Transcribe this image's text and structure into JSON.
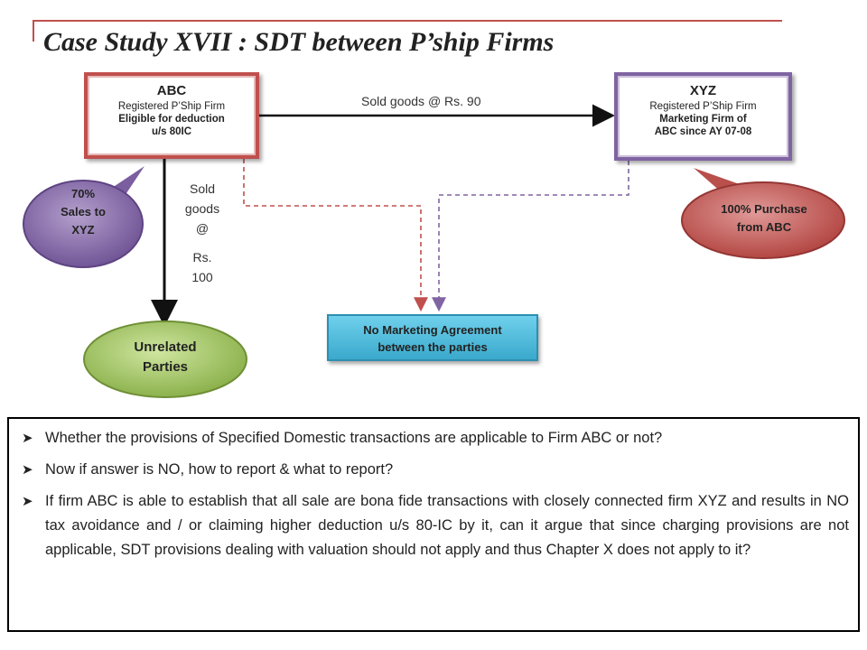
{
  "title": "Case Study XVII : SDT between P’ship Firms",
  "abc_box": {
    "name": "ABC",
    "lines": [
      "Registered P’Ship Firm",
      "Eligible for deduction",
      "u/s 80IC"
    ]
  },
  "xyz_box": {
    "name": "XYZ",
    "lines": [
      "Registered P’Ship Firm",
      "Marketing Firm of",
      "ABC since AY 07-08"
    ]
  },
  "arrow_abc_xyz_label": "Sold goods @ Rs. 90",
  "arrow_abc_unrelated_label": [
    "Sold",
    "goods",
    "@",
    "Rs.",
    "100"
  ],
  "bubble_70": [
    "70%",
    "Sales to",
    "XYZ"
  ],
  "bubble_100": [
    "100% Purchase",
    "from ABC"
  ],
  "unrelated": [
    "Unrelated",
    "Parties"
  ],
  "no_marketing": [
    "No Marketing Agreement",
    "between the parties"
  ],
  "colors": {
    "abc_border": "#c0504d",
    "xyz_border": "#8064a2",
    "bubble_purple": "#8064a2",
    "bubble_red": "#c0504d",
    "unrelated_green": "#9bbb59",
    "no_marketing_blue": "#4bacc6"
  },
  "questions": [
    "Whether the provisions of Specified Domestic transactions are applicable to Firm ABC or not?",
    "Now if answer is NO, how to report & what to report?",
    "If firm ABC is able to establish that all sale are bona fide transactions with closely connected firm XYZ and results in NO tax avoidance and / or claiming higher deduction u/s 80-IC by it, can it argue that since charging provisions are not applicable, SDT provisions dealing with valuation should not apply and thus Chapter X does not apply to it?"
  ],
  "bullet_icon": "arrow-bullet-icon"
}
